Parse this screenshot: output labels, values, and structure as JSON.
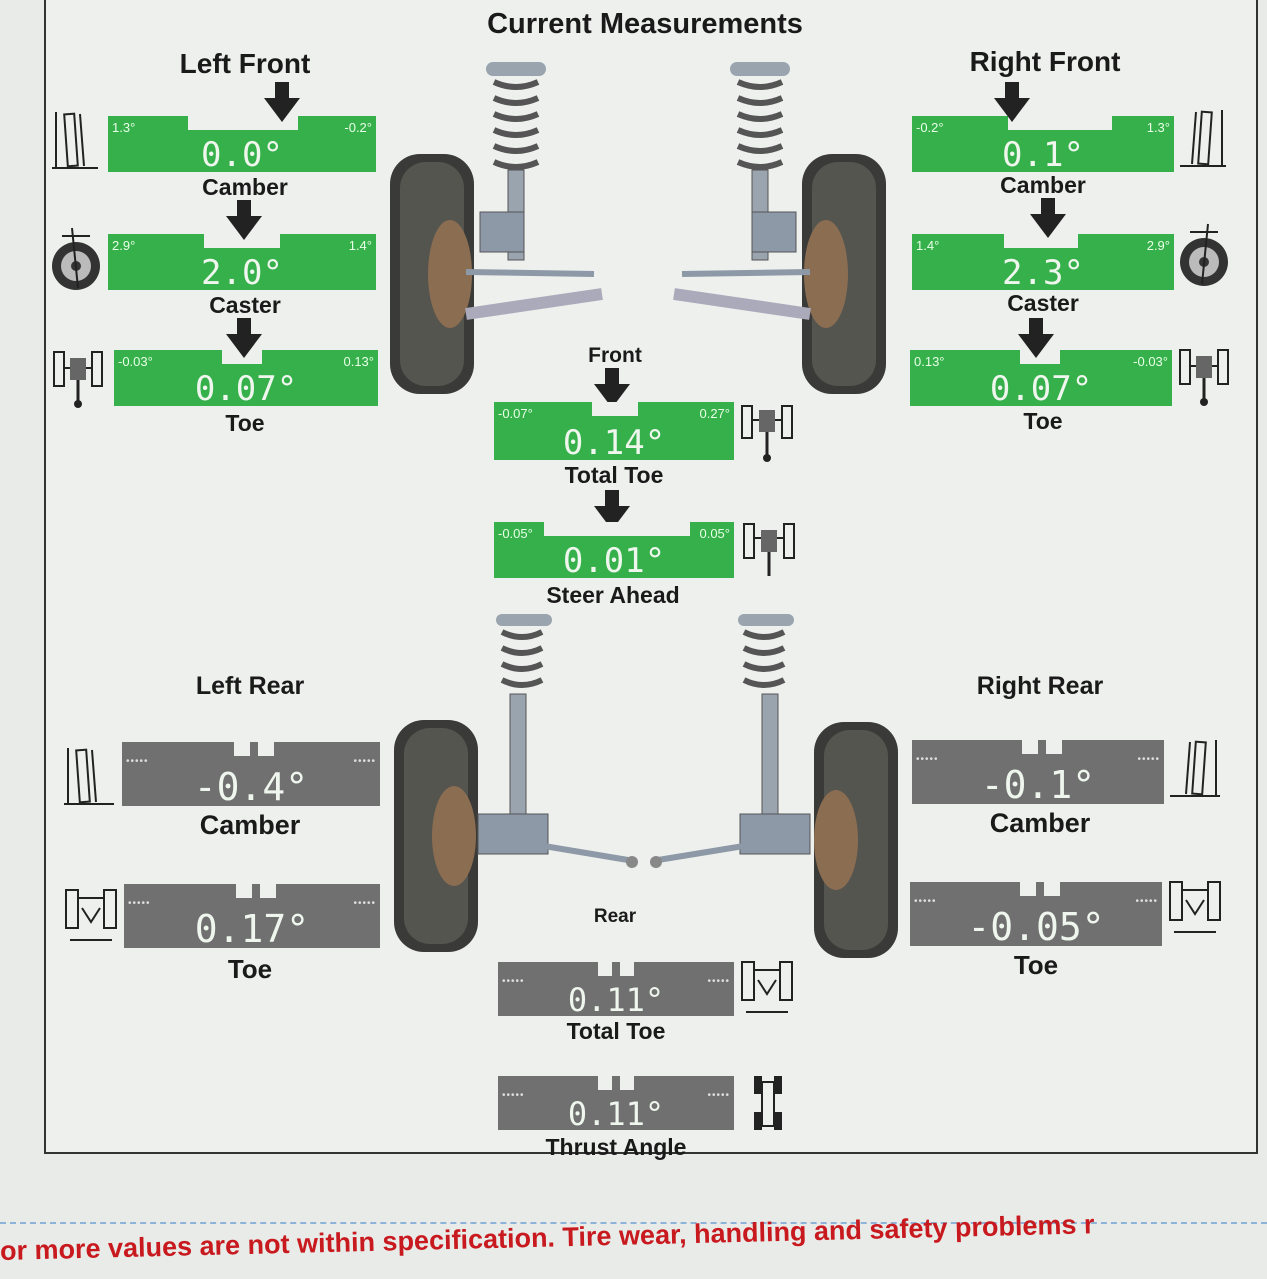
{
  "title": "Current Measurements",
  "sections": {
    "left_front": "Left Front",
    "right_front": "Right Front",
    "left_rear": "Left Rear",
    "right_rear": "Right Rear",
    "front": "Front",
    "rear": "Rear"
  },
  "left_front": {
    "camber": {
      "label": "Camber",
      "value": "0.0°",
      "min": "1.3°",
      "max": "-0.2°"
    },
    "caster": {
      "label": "Caster",
      "value": "2.0°",
      "min": "2.9°",
      "max": "1.4°"
    },
    "toe": {
      "label": "Toe",
      "value": "0.07°",
      "min": "-0.03°",
      "max": "0.13°"
    }
  },
  "right_front": {
    "camber": {
      "label": "Camber",
      "value": "0.1°",
      "min": "-0.2°",
      "max": "1.3°"
    },
    "caster": {
      "label": "Caster",
      "value": "2.3°",
      "min": "1.4°",
      "max": "2.9°"
    },
    "toe": {
      "label": "Toe",
      "value": "0.07°",
      "min": "0.13°",
      "max": "-0.03°"
    }
  },
  "front_center": {
    "total_toe": {
      "label": "Total Toe",
      "value": "0.14°",
      "min": "-0.07°",
      "max": "0.27°"
    },
    "steer_ahead": {
      "label": "Steer Ahead",
      "value": "0.01°",
      "min": "-0.05°",
      "max": "0.05°"
    }
  },
  "left_rear": {
    "camber": {
      "label": "Camber",
      "value": "-0.4°"
    },
    "toe": {
      "label": "Toe",
      "value": "0.17°"
    }
  },
  "right_rear": {
    "camber": {
      "label": "Camber",
      "value": "-0.1°"
    },
    "toe": {
      "label": "Toe",
      "value": "-0.05°"
    }
  },
  "rear_center": {
    "total_toe": {
      "label": "Total Toe",
      "value": "0.11°"
    },
    "thrust_angle": {
      "label": "Thrust Angle",
      "value": "0.11°"
    }
  },
  "warning": "or more values are not within specification.  Tire wear, handling and safety problems r",
  "colors": {
    "in_spec": "#36b04a",
    "no_spec": "#707070",
    "warning": "#c8191e"
  }
}
